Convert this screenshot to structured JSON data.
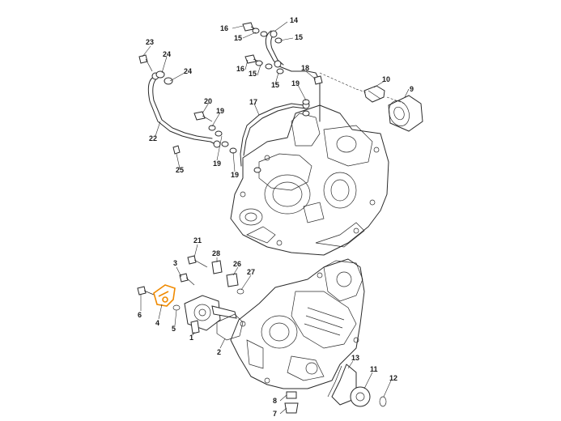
{
  "highlight_color": "#f08a00",
  "labels": [
    {
      "id": "p16a",
      "text": "16"
    },
    {
      "id": "p14",
      "text": "14"
    },
    {
      "id": "p15a",
      "text": "15"
    },
    {
      "id": "p15b",
      "text": "15"
    },
    {
      "id": "p23",
      "text": "23"
    },
    {
      "id": "p24a",
      "text": "24"
    },
    {
      "id": "p24b",
      "text": "24"
    },
    {
      "id": "p16b",
      "text": "16"
    },
    {
      "id": "p15c",
      "text": "15"
    },
    {
      "id": "p15d",
      "text": "15"
    },
    {
      "id": "p18",
      "text": "18"
    },
    {
      "id": "p10",
      "text": "10"
    },
    {
      "id": "p9",
      "text": "9"
    },
    {
      "id": "p19a",
      "text": "19"
    },
    {
      "id": "p20",
      "text": "20"
    },
    {
      "id": "p19b",
      "text": "19"
    },
    {
      "id": "p17",
      "text": "17"
    },
    {
      "id": "p22",
      "text": "22"
    },
    {
      "id": "p19c",
      "text": "19"
    },
    {
      "id": "p19d",
      "text": "19"
    },
    {
      "id": "p25",
      "text": "25"
    },
    {
      "id": "p21",
      "text": "21"
    },
    {
      "id": "p28",
      "text": "28"
    },
    {
      "id": "p3",
      "text": "3"
    },
    {
      "id": "p26",
      "text": "26"
    },
    {
      "id": "p27",
      "text": "27"
    },
    {
      "id": "p6",
      "text": "6"
    },
    {
      "id": "p4",
      "text": "4"
    },
    {
      "id": "p5",
      "text": "5"
    },
    {
      "id": "p1",
      "text": "1"
    },
    {
      "id": "p2",
      "text": "2"
    },
    {
      "id": "p13",
      "text": "13"
    },
    {
      "id": "p11",
      "text": "11"
    },
    {
      "id": "p12",
      "text": "12"
    },
    {
      "id": "p8",
      "text": "8"
    },
    {
      "id": "p7",
      "text": "7"
    }
  ]
}
